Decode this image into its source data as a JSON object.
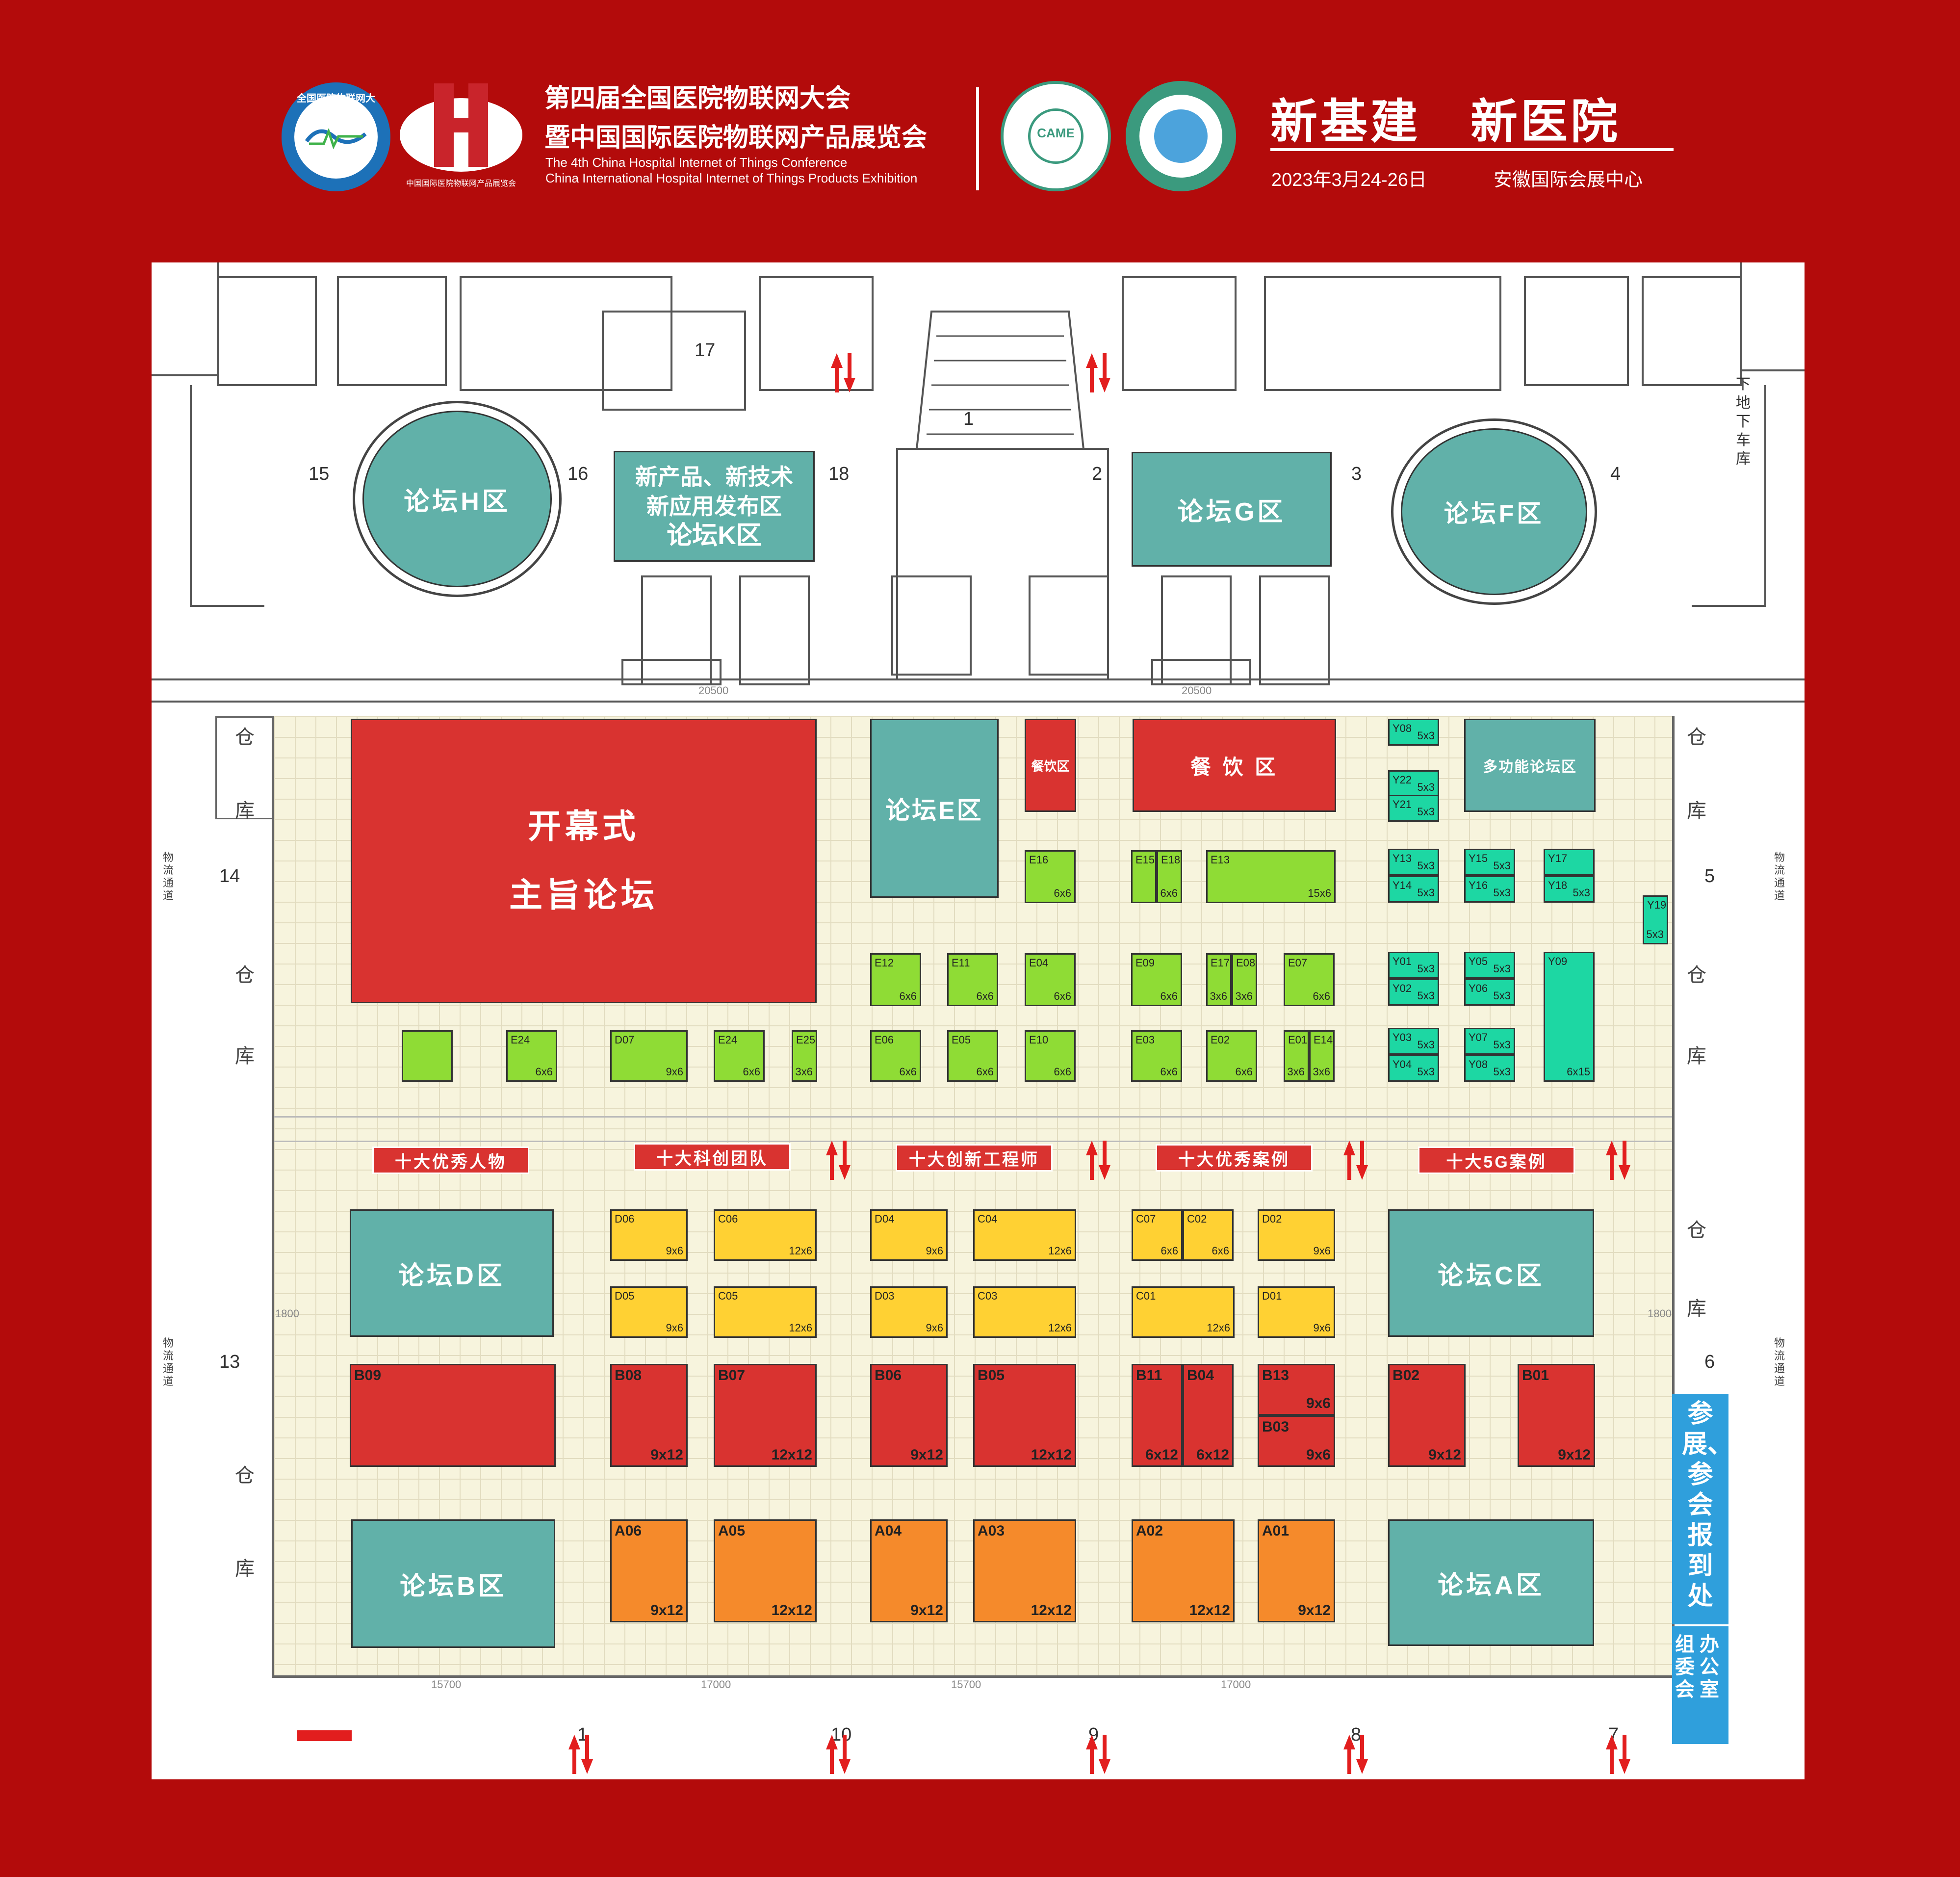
{
  "header": {
    "title_cn_1": "第四届全国医院物联网大会",
    "title_cn_2": "暨中国国际医院物联网产品展览会",
    "title_en_1": "The 4th China Hospital Internet of Things Conference",
    "title_en_2": "China International Hospital Internet of Things Products Exhibition",
    "slogan": "新基建　新医院",
    "date": "2023年3月24-26日",
    "venue": "安徽国际会展中心",
    "logo_left_text": "全国医院物联网大会",
    "logo_2_caption": "中国国际医院物联网产品展览会",
    "logo_came": "CAME",
    "colors": {
      "background": "#b30b0b",
      "forum": "#61b1a9",
      "red_area": "#d93330",
      "E": "#8fdc35",
      "Y": "#1dd7a3",
      "CD": "#ffd133",
      "A": "#f58a2b",
      "registration": "#2f9fdc"
    }
  },
  "building": {
    "gates_top": [
      "17",
      "15",
      "16",
      "18",
      "1",
      "2",
      "3",
      "4"
    ],
    "gates_side": {
      "left_14": "14",
      "left_13": "13",
      "right_5": "5",
      "right_6": "6"
    },
    "gates_bottom": [
      "1",
      "10",
      "9",
      "8",
      "7"
    ],
    "warehouse_char_1": "仓",
    "warehouse_char_2": "库",
    "parking": "下地下车库",
    "logistics": "物流通道",
    "dims": [
      "20500",
      "20500",
      "15700",
      "17000",
      "15700",
      "17000",
      "1800",
      "1800"
    ]
  },
  "forums": {
    "H": "论坛H区",
    "K": [
      "新产品、新技术",
      "新应用发布区",
      "论坛K区"
    ],
    "G": "论坛G区",
    "F": "论坛F区",
    "E": "论坛E区",
    "D": "论坛D区",
    "C": "论坛C区",
    "B": "论坛B区",
    "A": "论坛A区",
    "multi": "多功能论坛区"
  },
  "areas": {
    "opening_1": "开幕式",
    "opening_2": "主旨论坛",
    "food_small": "餐饮区",
    "food_large": "餐 饮 区",
    "registration": "参展、参会报到处",
    "office_1": "组委会",
    "office_2": "办公室"
  },
  "awards": [
    "十大优秀人物",
    "十大科创团队",
    "十大创新工程师",
    "十大优秀案例",
    "十大5G案例"
  ],
  "booths": {
    "E": [
      {
        "code": "E16",
        "size": "6x6"
      },
      {
        "code": "E15",
        "size": ""
      },
      {
        "code": "E18",
        "size": "6x6"
      },
      {
        "code": "E13",
        "size": "15x6"
      },
      {
        "code": "E12",
        "size": "6x6"
      },
      {
        "code": "E11",
        "size": "6x6"
      },
      {
        "code": "E04",
        "size": "6x6"
      },
      {
        "code": "E09",
        "size": "6x6"
      },
      {
        "code": "E17",
        "size": "3x6"
      },
      {
        "code": "E08",
        "size": "3x6"
      },
      {
        "code": "E07",
        "size": "6x6"
      },
      {
        "code": "",
        "size": ""
      },
      {
        "code": "E24",
        "size": "6x6"
      },
      {
        "code": "D07",
        "size": "9x6"
      },
      {
        "code": "E24",
        "size": "6x6"
      },
      {
        "code": "E25",
        "size": "3x6"
      },
      {
        "code": "E06",
        "size": "6x6"
      },
      {
        "code": "E05",
        "size": "6x6"
      },
      {
        "code": "E10",
        "size": "6x6"
      },
      {
        "code": "E03",
        "size": "6x6"
      },
      {
        "code": "E02",
        "size": "6x6"
      },
      {
        "code": "E01",
        "size": "3x6"
      },
      {
        "code": "E14",
        "size": "3x6"
      }
    ],
    "Y": [
      {
        "code": "Y08",
        "size": "5x3"
      },
      {
        "code": "Y22",
        "size": "5x3"
      },
      {
        "code": "Y21",
        "size": "5x3"
      },
      {
        "code": "Y13",
        "size": "5x3"
      },
      {
        "code": "Y14",
        "size": "5x3"
      },
      {
        "code": "Y15",
        "size": "5x3"
      },
      {
        "code": "Y16",
        "size": "5x3"
      },
      {
        "code": "Y17",
        "size": ""
      },
      {
        "code": "Y18",
        "size": "5x3"
      },
      {
        "code": "Y19",
        "size": "5x3"
      },
      {
        "code": "Y01",
        "size": "5x3"
      },
      {
        "code": "Y02",
        "size": "5x3"
      },
      {
        "code": "Y05",
        "size": "5x3"
      },
      {
        "code": "Y06",
        "size": "5x3"
      },
      {
        "code": "Y09",
        "size": "6x15"
      },
      {
        "code": "Y03",
        "size": "5x3"
      },
      {
        "code": "Y04",
        "size": "5x3"
      },
      {
        "code": "Y07",
        "size": "5x3"
      },
      {
        "code": "Y08",
        "size": "5x3"
      }
    ],
    "CD": [
      {
        "code": "D06",
        "size": "9x6"
      },
      {
        "code": "C06",
        "size": "12x6"
      },
      {
        "code": "D04",
        "size": "9x6"
      },
      {
        "code": "C04",
        "size": "12x6"
      },
      {
        "code": "C07",
        "size": "6x6"
      },
      {
        "code": "C02",
        "size": "6x6"
      },
      {
        "code": "D02",
        "size": "9x6"
      },
      {
        "code": "D05",
        "size": "9x6"
      },
      {
        "code": "C05",
        "size": "12x6"
      },
      {
        "code": "D03",
        "size": "9x6"
      },
      {
        "code": "C03",
        "size": "12x6"
      },
      {
        "code": "C01",
        "size": "12x6"
      },
      {
        "code": "D01",
        "size": "9x6"
      }
    ],
    "B": [
      {
        "code": "B09",
        "size": ""
      },
      {
        "code": "B08",
        "size": "9x12"
      },
      {
        "code": "B07",
        "size": "12x12"
      },
      {
        "code": "B06",
        "size": "9x12"
      },
      {
        "code": "B05",
        "size": "12x12"
      },
      {
        "code": "B11",
        "size": "6x12"
      },
      {
        "code": "B04",
        "size": "6x12"
      },
      {
        "code": "B13",
        "size": "9x6"
      },
      {
        "code": "B03",
        "size": "9x6"
      },
      {
        "code": "B02",
        "size": "9x12"
      },
      {
        "code": "B01",
        "size": "9x12"
      }
    ],
    "A": [
      {
        "code": "A06",
        "size": "9x12"
      },
      {
        "code": "A05",
        "size": "12x12"
      },
      {
        "code": "A04",
        "size": "9x12"
      },
      {
        "code": "A03",
        "size": "12x12"
      },
      {
        "code": "A02",
        "size": "12x12"
      },
      {
        "code": "A01",
        "size": "9x12"
      }
    ]
  }
}
